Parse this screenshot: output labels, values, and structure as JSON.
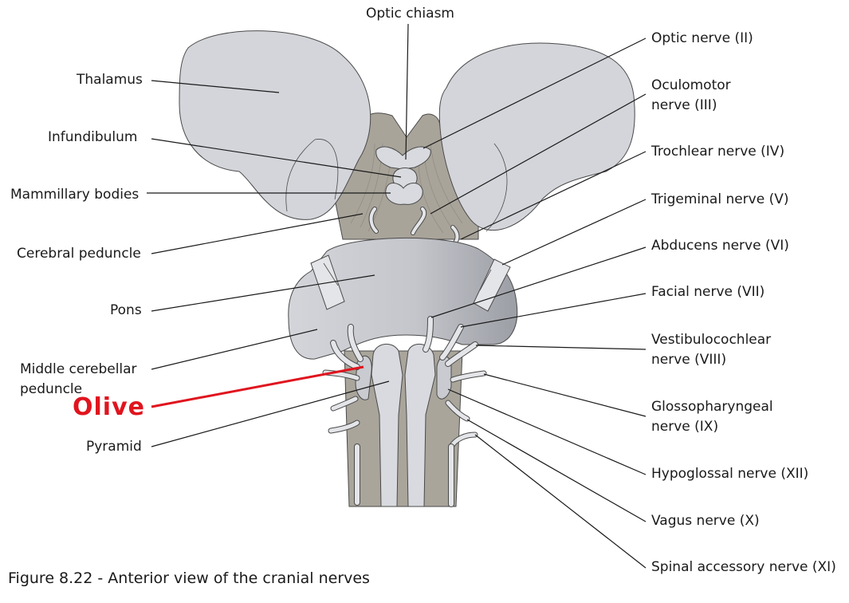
{
  "labels": {
    "optic_chiasm": "Optic chiasm",
    "thalamus": "Thalamus",
    "infundibulum": "Infundibulum",
    "mammillary_bodies": "Mammillary bodies",
    "cerebral_peduncle": "Cerebral peduncle",
    "pons": "Pons",
    "middle_cerebellar_peduncle_line1": "Middle cerebellar",
    "middle_cerebellar_peduncle_line2": "peduncle",
    "olive": "Olive",
    "pyramid": "Pyramid",
    "optic_nerve": "Optic nerve (II)",
    "oculomotor_line1": "Oculomotor",
    "oculomotor_line2": "nerve (III)",
    "trochlear": "Trochlear nerve (IV)",
    "trigeminal": "Trigeminal nerve (V)",
    "abducens": "Abducens nerve (VI)",
    "facial": "Facial nerve (VII)",
    "vestibulocochlear_line1": "Vestibulocochlear",
    "vestibulocochlear_line2": "nerve (VIII)",
    "glossopharyngeal_line1": "Glossopharyngeal",
    "glossopharyngeal_line2": "nerve (IX)",
    "hypoglossal": "Hypoglossal nerve (XII)",
    "vagus": "Vagus nerve (X)",
    "spinal_accessory": "Spinal accessory nerve (XI)"
  },
  "caption": "Figure 8.22 - Anterior view of the cranial nerves",
  "colors": {
    "highlight": "#e0141e",
    "leader": "#1a1a1a",
    "tissue_light": "#d4d6dc",
    "tissue_mid": "#b9bcc3",
    "tissue_dark": "#a7a398"
  }
}
